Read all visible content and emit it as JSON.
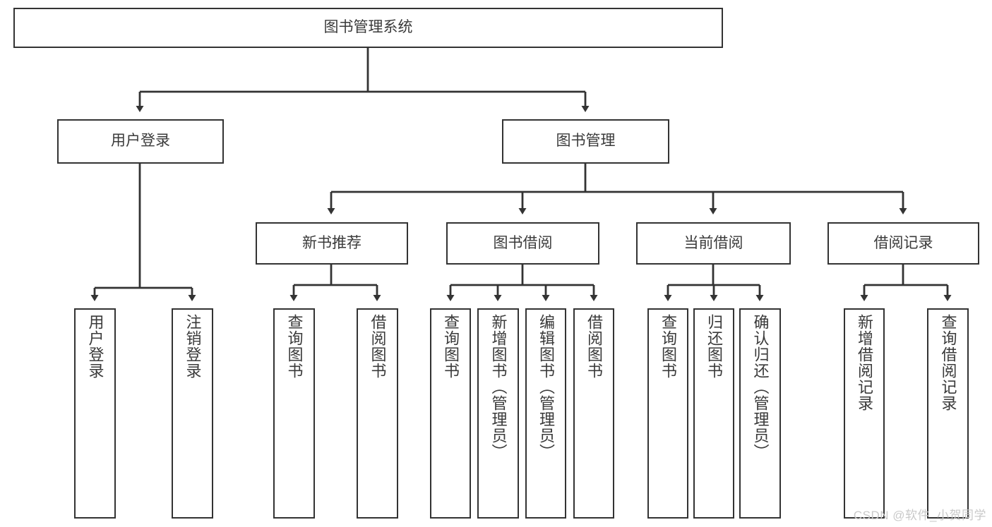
{
  "diagram": {
    "type": "tree-hierarchy-chart",
    "title_node": {
      "id": "root",
      "label": "图书管理系统"
    },
    "level2": [
      {
        "id": "user-login",
        "label": "用户登录"
      },
      {
        "id": "book-management",
        "label": "图书管理"
      }
    ],
    "level3": [
      {
        "id": "new-book-recommend",
        "label": "新书推荐",
        "parent": "book-management"
      },
      {
        "id": "book-borrow",
        "label": "图书借阅",
        "parent": "book-management"
      },
      {
        "id": "current-borrow",
        "label": "当前借阅",
        "parent": "book-management"
      },
      {
        "id": "borrow-record",
        "label": "借阅记录",
        "parent": "book-management"
      }
    ],
    "leaves": [
      {
        "id": "leaf-user-login",
        "label": "用户登录",
        "parent": "user-login"
      },
      {
        "id": "leaf-logout-login",
        "label": "注销登录",
        "parent": "user-login"
      },
      {
        "id": "leaf-query-book-1",
        "label": "查询图书",
        "parent": "new-book-recommend"
      },
      {
        "id": "leaf-borrow-book-1",
        "label": "借阅图书",
        "parent": "new-book-recommend"
      },
      {
        "id": "leaf-query-book-2",
        "label": "查询图书",
        "parent": "book-borrow"
      },
      {
        "id": "leaf-add-book",
        "label": "新增图书（管理员）",
        "parent": "book-borrow"
      },
      {
        "id": "leaf-edit-book",
        "label": "编辑图书（管理员）",
        "parent": "book-borrow"
      },
      {
        "id": "leaf-borrow-book-2",
        "label": "借阅图书",
        "parent": "book-borrow"
      },
      {
        "id": "leaf-query-book-3",
        "label": "查询图书",
        "parent": "current-borrow"
      },
      {
        "id": "leaf-return-book",
        "label": "归还图书",
        "parent": "current-borrow"
      },
      {
        "id": "leaf-confirm-return",
        "label": "确认归还（管理员）",
        "parent": "current-borrow"
      },
      {
        "id": "leaf-add-record",
        "label": "新增借阅记录",
        "parent": "borrow-record"
      },
      {
        "id": "leaf-query-record",
        "label": "查询借阅记录",
        "parent": "borrow-record"
      }
    ],
    "colors": {
      "border": "#333333",
      "text": "#3a3a3a",
      "background": "#ffffff",
      "watermark": "#c9c9c9"
    }
  },
  "watermark": {
    "text": "CSDN @软件_小贺同学"
  }
}
